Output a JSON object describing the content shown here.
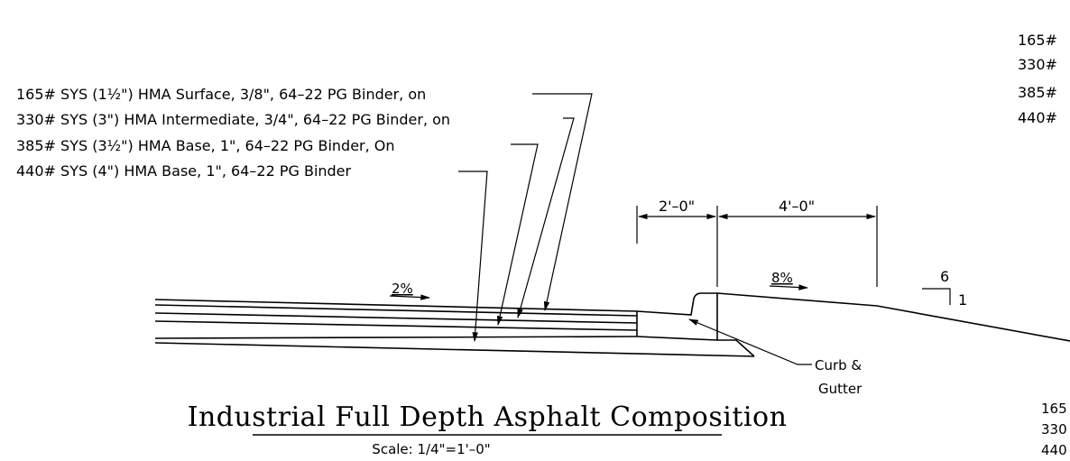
{
  "layer_labels": [
    "165# SYS (1½\") HMA Surface, 3/8\", 64–22 PG Binder, on",
    "330# SYS (3\") HMA Intermediate, 3/4\", 64–22 PG Binder, on",
    "385# SYS (3½\") HMA Base, 1\", 64–22 PG Binder, On",
    "440# SYS (4\") HMA Base, 1\", 64–22 PG Binder"
  ],
  "right_edge_labels_top": [
    "165#",
    "330#",
    "385#",
    "440#"
  ],
  "right_edge_labels_bottom": [
    "165",
    "330",
    "440"
  ],
  "dimensions": {
    "gutter_width": "2'–0\"",
    "shoulder_width": "4'–0\""
  },
  "slopes": {
    "pavement": "2%",
    "shoulder": "8%",
    "ratio_run": "6",
    "ratio_rise": "1"
  },
  "callout": {
    "line1": "Curb &",
    "line2": "Gutter"
  },
  "title": "Industrial Full Depth Asphalt Composition",
  "scale": "Scale: 1/4\"=1'–0\""
}
